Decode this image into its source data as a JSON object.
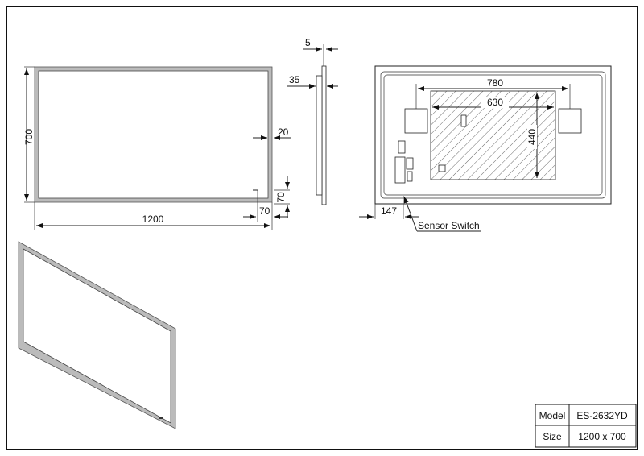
{
  "front_view": {
    "width_dim": "1200",
    "height_dim": "700",
    "led_dim": "20",
    "switch_x_dim": "70",
    "switch_y_dim": "70"
  },
  "side_view": {
    "glass_dim": "5",
    "depth_dim": "35"
  },
  "back_view": {
    "bracket_span_dim": "780",
    "plate_width_dim": "630",
    "plate_height_dim": "440",
    "sensor_offset_dim": "147",
    "sensor_label": "Sensor Switch"
  },
  "title_block": {
    "rows": [
      {
        "label": "Model",
        "value": "ES-2632YD"
      },
      {
        "label": "Size",
        "value": "1200 x 700"
      }
    ]
  }
}
